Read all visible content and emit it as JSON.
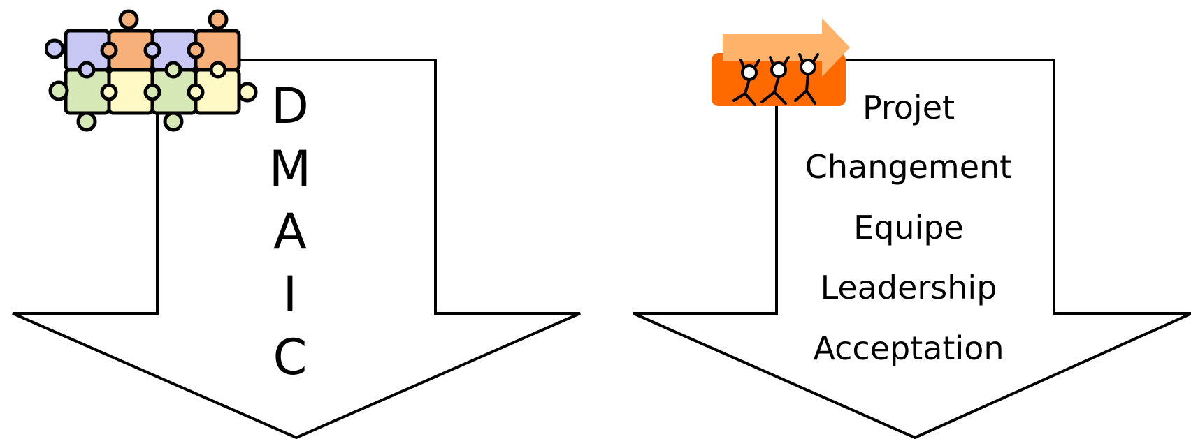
{
  "diagram": {
    "left_arrow": {
      "icon": "puzzle-pieces-icon",
      "letters": [
        "D",
        "M",
        "A",
        "I",
        "C"
      ]
    },
    "right_arrow": {
      "icon": "team-pushing-arrow-icon",
      "words": [
        "Projet",
        "Changement",
        "Equipe",
        "Leadership",
        "Acceptation"
      ]
    },
    "colors": {
      "outline": "#000000",
      "puzzle_blue": "#c9c8f5",
      "puzzle_orange": "#f7b07a",
      "puzzle_green": "#d7e8b7",
      "puzzle_yellow": "#fff9c6",
      "banner_orange": "#ff6a00",
      "arrow_orange": "#ffb36a"
    }
  }
}
